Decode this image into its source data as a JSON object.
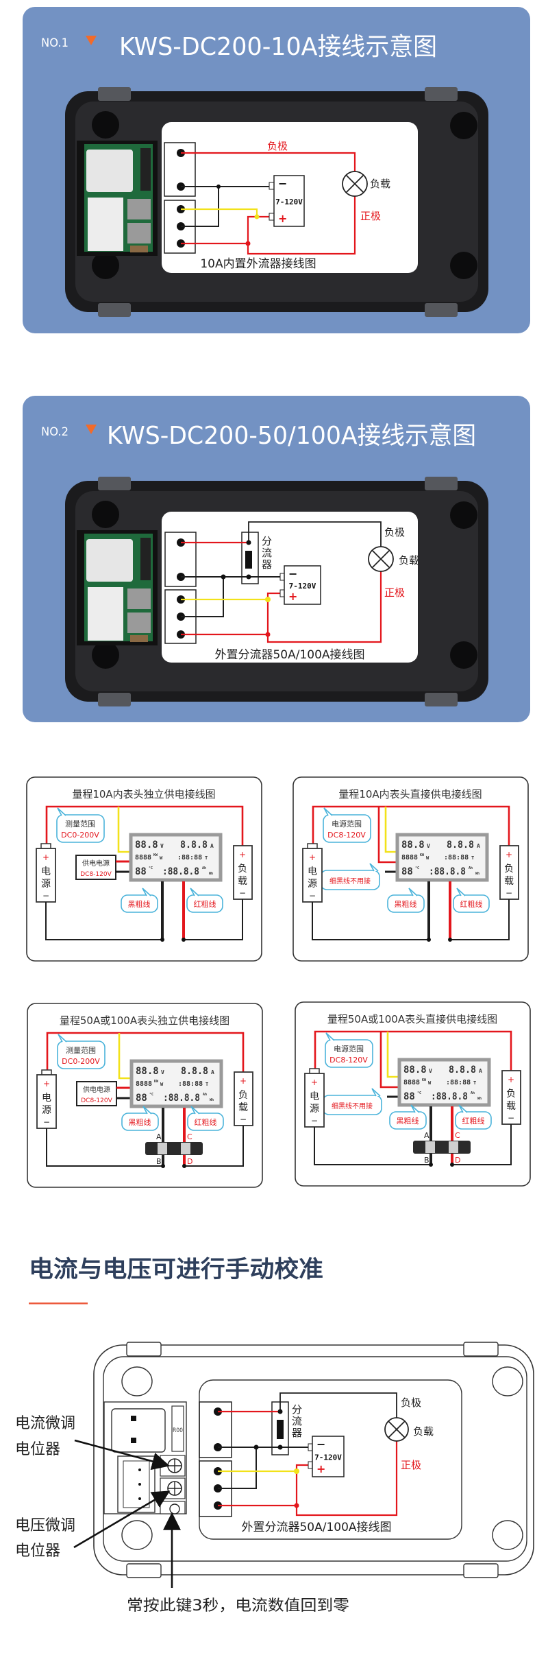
{
  "colors": {
    "card_bg": "#7392c3",
    "accent_orange": "#f26b2a",
    "wire_red": "#e3161c",
    "wire_yellow": "#f2e21a",
    "wire_black": "#1e1e1e",
    "bubble_blue": "#4ab3da",
    "heading": "#2e3f5c"
  },
  "sections": [
    {
      "number": "NO.1",
      "title": "KWS-DC200-10A接线示意图",
      "diagram": {
        "negative_label": "负极",
        "load_label": "负载",
        "positive_label": "正极",
        "supply_voltage": "7-120V",
        "minus": "−",
        "plus": "+",
        "caption": "10A内置外流器接线图"
      }
    },
    {
      "number": "NO.2",
      "title": "KWS-DC200-50/100A接线示意图",
      "diagram": {
        "negative_label": "负极",
        "load_label": "负载",
        "positive_label": "正极",
        "shunt_label": [
          "分",
          "流",
          "器"
        ],
        "supply_voltage": "7-120V",
        "minus": "−",
        "plus": "+",
        "caption": "外置分流器50A/100A接线图"
      }
    }
  ],
  "lcd": {
    "v": "88.8",
    "v_unit": "V",
    "a": "8.8.8",
    "a_unit": "A",
    "w": "8888",
    "w_unit_top": "KW",
    "w_unit_bottom": "W",
    "t": ":88:88",
    "t_unit": "T",
    "c": "88",
    "c_unit": "°C",
    "e": ":88.8.8",
    "e_unit_top": "Ah",
    "e_unit_bottom": "Wh"
  },
  "wiring_diagrams": [
    {
      "title": "量程10A内表头独立供电接线图",
      "mode": "independent",
      "shunt": false,
      "range_bubble": {
        "title": "测量范围",
        "value": "DC0-200V"
      },
      "supply_box": {
        "title": "供电电源",
        "value": "DC8-120V"
      },
      "black_wire": "黑粗线",
      "red_wire": "红粗线",
      "source": {
        "plus": "+",
        "chars": [
          "电",
          "源"
        ],
        "minus": "−"
      },
      "load": {
        "plus": "+",
        "chars": [
          "负",
          "载"
        ],
        "minus": "−"
      }
    },
    {
      "title": "量程10A内表头直接供电接线图",
      "mode": "direct",
      "shunt": false,
      "range_bubble": {
        "title": "电源范围",
        "value": "DC8-120V"
      },
      "thin_black_note": "细黑线不用接",
      "black_wire": "黑粗线",
      "red_wire": "红粗线",
      "source": {
        "plus": "+",
        "chars": [
          "电",
          "源"
        ],
        "minus": "−"
      },
      "load": {
        "plus": "+",
        "chars": [
          "负",
          "载"
        ],
        "minus": "−"
      }
    },
    {
      "title": "量程50A或100A表头独立供电接线图",
      "mode": "independent",
      "shunt": true,
      "shunt_terminals": [
        "A",
        "B",
        "C",
        "D"
      ],
      "range_bubble": {
        "title": "测量范围",
        "value": "DC0-200V"
      },
      "supply_box": {
        "title": "供电电源",
        "value": "DC8-120V"
      },
      "black_wire": "黑粗线",
      "red_wire": "红粗线",
      "source": {
        "plus": "+",
        "chars": [
          "电",
          "源"
        ],
        "minus": "−"
      },
      "load": {
        "plus": "+",
        "chars": [
          "负",
          "载"
        ],
        "minus": "−"
      }
    },
    {
      "title": "量程50A或100A表头直接供电接线图",
      "mode": "direct",
      "shunt": true,
      "shunt_terminals": [
        "A",
        "B",
        "C",
        "D"
      ],
      "range_bubble": {
        "title": "电源范围",
        "value": "DC8-120V"
      },
      "thin_black_note": "细黑线不用接",
      "black_wire": "黑粗线",
      "red_wire": "红粗线",
      "source": {
        "plus": "+",
        "chars": [
          "电",
          "源"
        ],
        "minus": "−"
      },
      "load": {
        "plus": "+",
        "chars": [
          "负",
          "载"
        ],
        "minus": "−"
      }
    }
  ],
  "calibration": {
    "heading": "电流与电压可进行手动校准",
    "current_pot_label": [
      "电流微调",
      "电位器"
    ],
    "voltage_pot_label": [
      "电压微调",
      "电位器"
    ],
    "button_note": "常按此键3秒，电流数值回到零",
    "resistor_mark": "R00",
    "diagram": {
      "negative_label": "负极",
      "load_label": "负载",
      "positive_label": "正极",
      "shunt_label": [
        "分",
        "流",
        "器"
      ],
      "supply_voltage": "7-120V",
      "minus": "−",
      "plus": "+",
      "caption": "外置分流器50A/100A接线图"
    }
  }
}
